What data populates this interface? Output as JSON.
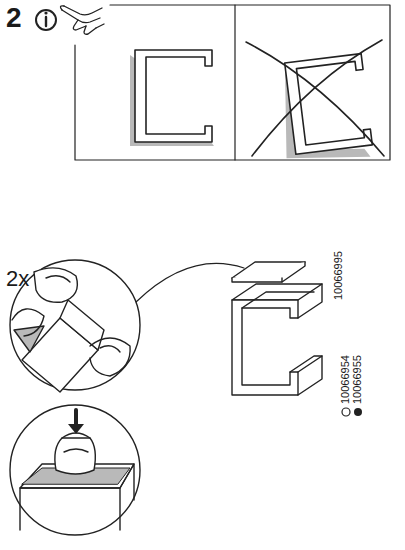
{
  "diagram": {
    "labels": [
      "2",
      "2x",
      "10066995",
      "10066954",
      "10066955"
    ]
  }
}
